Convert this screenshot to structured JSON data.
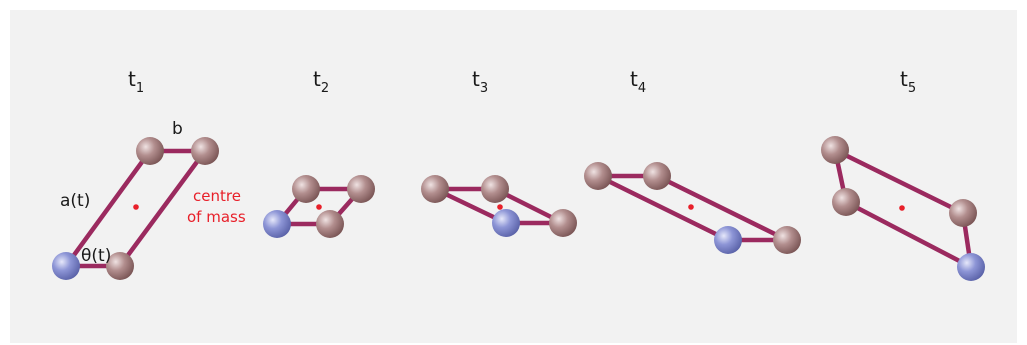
{
  "time_labels": [
    {
      "base": "t",
      "sub": "1"
    },
    {
      "base": "t",
      "sub": "2"
    },
    {
      "base": "t",
      "sub": "3"
    },
    {
      "base": "t",
      "sub": "4"
    },
    {
      "base": "t",
      "sub": "5"
    }
  ],
  "annotations": {
    "side_b": "b",
    "side_a": "a(t)",
    "angle": "θ(t)",
    "com_line1": "centre",
    "com_line2": "of mass"
  },
  "colors": {
    "background": "#f2f2f2",
    "bond": "#9b2a5f",
    "atom_brown": "#a5797a",
    "atom_blue": "#7d86c9",
    "centre_of_mass": "#e8202a"
  }
}
